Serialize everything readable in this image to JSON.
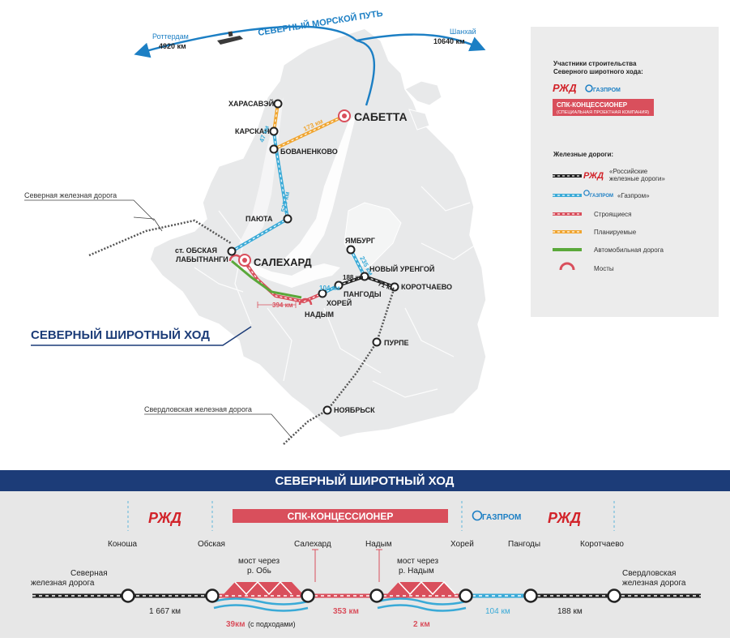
{
  "map": {
    "nsr_label": "СЕВЕРНЫЙ МОРСКОЙ ПУТЬ",
    "rotterdam": {
      "name": "Роттердам",
      "dist": "4920 км"
    },
    "shanghai": {
      "name": "Шанхай",
      "dist": "10640 км"
    },
    "north_railway": "Северная железная дорога",
    "sverdlovsk_railway": "Свердловская железная дорога",
    "title": "СЕВЕРНЫЙ ШИРОТНЫЙ ХОД",
    "stations": {
      "harasavey": "ХАРАСАВЭЙ",
      "karskaya": "КАРСКАЯ",
      "bovanenkovo": "БОВАНЕНКОВО",
      "sabetta": "САБЕТТА",
      "payuta": "ПАЮТА",
      "obskaya_1": "ст. ОБСКАЯ",
      "obskaya_2": "ЛАБЫТНАНГИ",
      "salekhard": "САЛЕХАРД",
      "yamburg": "ЯМБУРГ",
      "novy_urengoy": "НОВЫЙ УРЕНГОЙ",
      "pangody": "ПАНГОДЫ",
      "khorey": "ХОРЕЙ",
      "korotchaevo": "КОРОТЧАЕВО",
      "nadym": "НАДЫМ",
      "purpe": "ПУРПЕ",
      "noyabrsk": "НОЯБРЬСК"
    },
    "distances": {
      "d173": "173 км",
      "d47": "47 км",
      "d525": "525 км",
      "d235": "235 км",
      "d104": "104 км",
      "d188": "188 км",
      "d71": "71 км",
      "d394": "394 км"
    }
  },
  "legend": {
    "participants_title_1": "Участники строительства",
    "participants_title_2": "Северного широтного хода:",
    "rzd_logo": "РЖД",
    "gazprom_logo": "ГАЗПРОМ",
    "spk_title": "СПК-КОНЦЕССИОНЕР",
    "spk_subtitle": "(СПЕЦИАЛЬНАЯ ПРОЕКТНАЯ КОМПАНИЯ)",
    "railways_title": "Железные дороги:",
    "items": {
      "rzd_1": "«Российские",
      "rzd_2": "железные дороги»",
      "gazprom": "«Газпром»",
      "building": "Строящиеся",
      "planned": "Планируемые",
      "road": "Автомобильная дорога",
      "bridges": "Мосты"
    }
  },
  "banner": {
    "title": "СЕВЕРНЫЙ ШИРОТНЫЙ ХОД",
    "spk": "СПК-КОНЦЕССИОНЕР",
    "stations": {
      "konosha": "Коноша",
      "obskaya": "Обская",
      "salekhard": "Салехард",
      "nadym": "Надым",
      "khorey": "Хорей",
      "pangody": "Пангоды",
      "korotchaevo": "Коротчаево"
    },
    "north_1": "Северная",
    "north_2": "железная дорога",
    "sverd_1": "Свердловская",
    "sverd_2": "железная дорога",
    "bridge_ob_1": "мост через",
    "bridge_ob_2": "р. Обь",
    "bridge_nadym_1": "мост через",
    "bridge_nadym_2": "р. Надым",
    "dist_1667": "1 667 км",
    "dist_353": "353 км",
    "dist_104": "104 км",
    "dist_188": "188 км",
    "dist_39": "39км",
    "dist_39_note": " (с подходами)",
    "dist_2": "2 км"
  },
  "colors": {
    "rzd": "#222222",
    "gazprom": "#3aaad7",
    "building": "#d94f5c",
    "planned": "#f0a530",
    "road": "#5aa83a",
    "navy": "#1c3c78",
    "land": "#e8e9ea",
    "panel": "#ececec"
  }
}
